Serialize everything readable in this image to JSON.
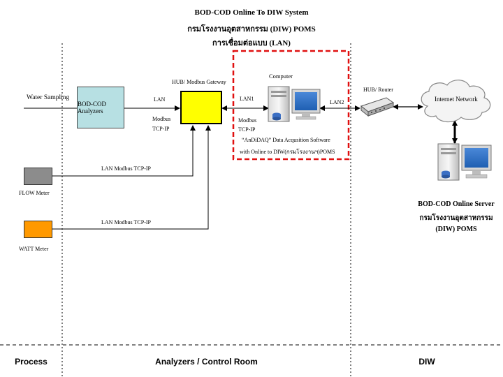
{
  "header": {
    "line1": "BOD-COD Online To DIW System",
    "line2": "กรมโรงงานอุตสาหกรรม (DIW) POMS",
    "line3": "การเชื่อมต่อแบบ (LAN)"
  },
  "process": {
    "water_sampling": "Water Sampling",
    "flow_meter": "FLOW Meter",
    "watt_meter": "WATT  Meter"
  },
  "analyzers": {
    "analyzer_box": "BOD-COD Analyzers",
    "lan": "LAN",
    "modbus": "Modbus",
    "tcpip": "TCP-IP",
    "hub_label": "HUB/ Modbus Gateway",
    "flow_link": "LAN Modbus TCP-IP",
    "watt_link": "LAN Modbus TCP-IP"
  },
  "computer": {
    "title": "Computer",
    "lan1": "LAN1",
    "modbus": "Modbus",
    "tcpip": "TCP-IP",
    "software_line1": "“AnDiDAQ”  Data Acqusition Software",
    "software_line2": "with Online to  DIW(กรมโรงงานฯ)POMS",
    "lan2": "LAN2"
  },
  "diw": {
    "router_label": "HUB/ Router",
    "cloud_label": "Internet Network",
    "server_line1": "BOD-COD Online Server",
    "server_line2": "กรมโรงงานอุตสาหกรรม",
    "server_line3": "(DIW) POMS"
  },
  "footer": {
    "process": "Process",
    "control_room": "Analyzers / Control Room",
    "diw": "DIW"
  },
  "colors": {
    "analyzer_fill": "#b7e0e3",
    "hub_fill": "#ffff00",
    "flow_fill": "#8c8c8c",
    "watt_fill": "#ff9900",
    "dashed_red": "#e01010"
  }
}
